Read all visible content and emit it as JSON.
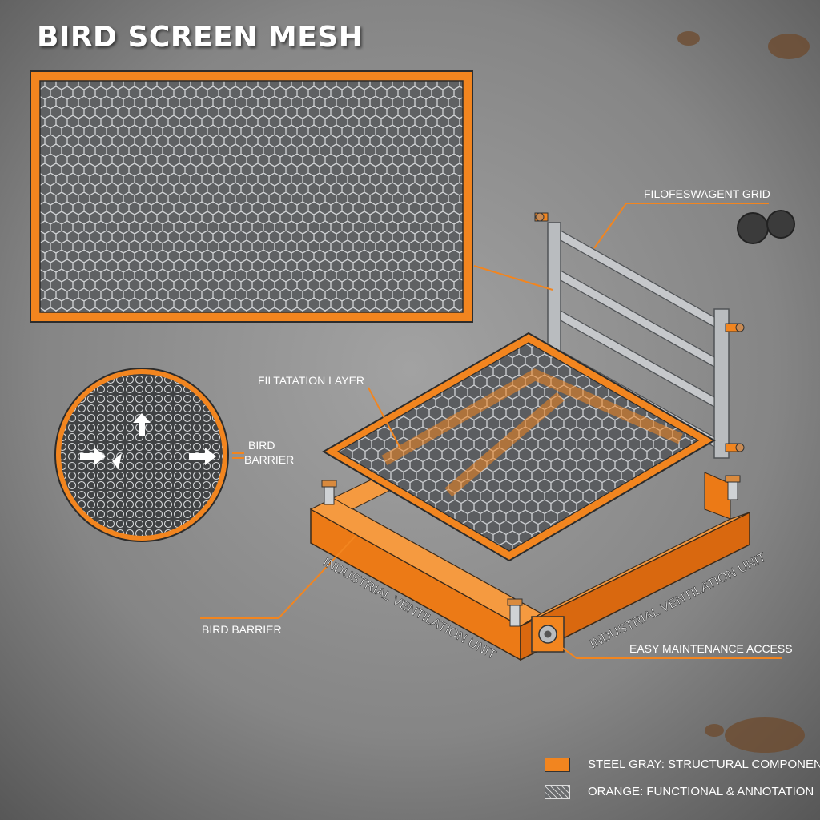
{
  "title": "BIRD SCREEN MESH",
  "annotations": {
    "grid": "FILOFESWAGENT GRID",
    "filtration": "FILTATATION LAYER",
    "bird_barrier_circle": "BIRD BARRIER",
    "bird_barrier_frame": "BIRD BARRIER",
    "unit_left": "INDUSTRIAL VENTILATION UNIT",
    "unit_right": "INDUSTRIAL VENTILATION UNIT",
    "maintenance": "EASY MAINTENANCE ACCESS"
  },
  "legend": [
    {
      "label": "STEEL GRAY: STRUCTURAL COMPONENTS",
      "swatch": "orange-fill"
    },
    {
      "label": "ORANGE: FUNCTIONAL & ANNOTATION",
      "swatch": "mesh-pattern"
    }
  ],
  "colors": {
    "orange": "#f2851f",
    "steel": "#b9bcbf",
    "background": "#8a8a8a",
    "text": "#ffffff"
  }
}
